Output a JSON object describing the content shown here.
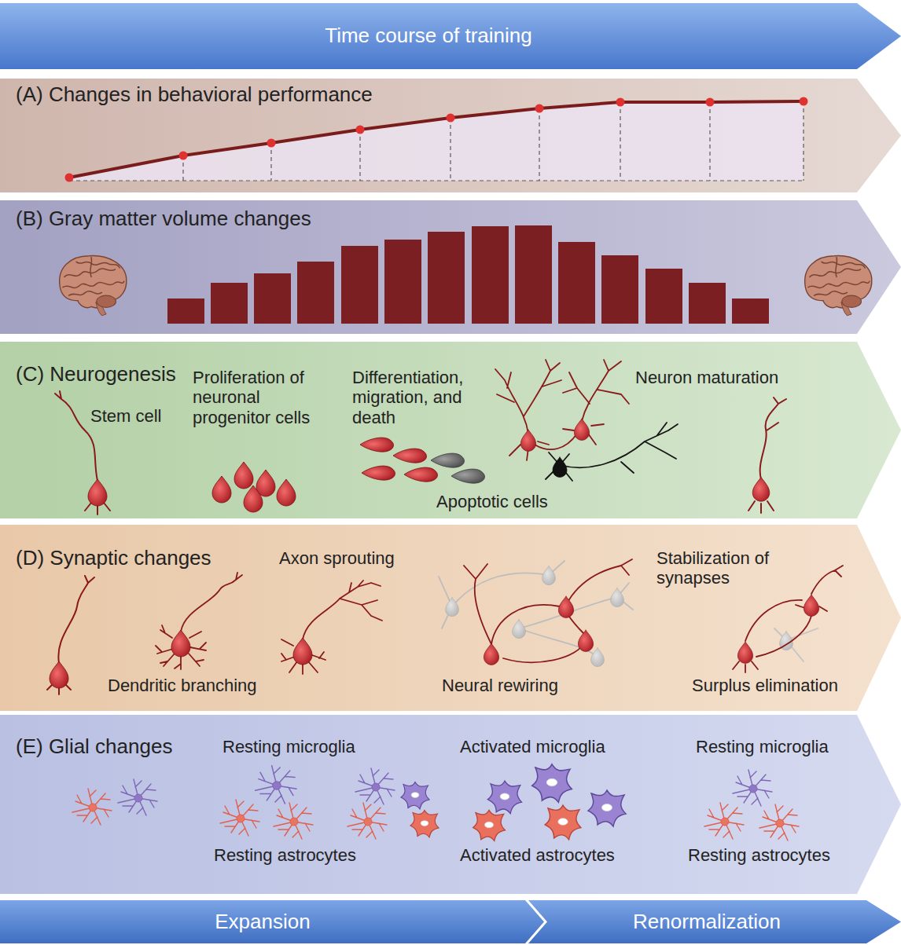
{
  "diagram": {
    "nodes": [
      {
        "text": [
          "Time course of training"
        ]
      },
      {
        "text": [
          "(A) Changes in behavioral performance"
        ]
      },
      {
        "text": [
          "(B) Gray matter volume changes"
        ]
      },
      {
        "text": [
          "(C) Neurogenesis",
          "Stem cell",
          "Proliferation of neuronal progenitor cells",
          "Differentiation, migration, and death",
          "Apoptotic cells",
          "Neuron maturation"
        ]
      },
      {
        "text": [
          "(D) Synaptic changes",
          "Axon sprouting",
          "Stabilization of synapses",
          "Dendritic branching",
          "Neural rewiring",
          "Surplus elimination"
        ]
      },
      {
        "text": [
          "(E) Glial changes",
          "Resting microglia",
          "Activated microglia",
          "Resting microglia",
          "Resting astrocytes",
          "Activated astrocytes",
          "Resting astrocytes"
        ]
      },
      {
        "text": [
          "Expansion"
        ]
      },
      {
        "text": [
          "Renormalization"
        ]
      }
    ]
  }
}
